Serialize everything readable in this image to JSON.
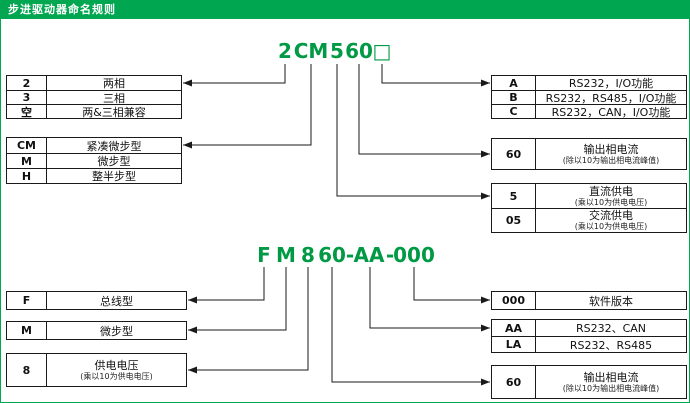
{
  "header": {
    "title": "步进驱动器命名规则"
  },
  "colors": {
    "accent": "#00a650",
    "code_green": "#009944"
  },
  "diagram1": {
    "code_parts": [
      "2",
      "CM",
      "5",
      "60",
      "□"
    ],
    "phase_table": {
      "rows": [
        {
          "code": "2",
          "label": "两相"
        },
        {
          "code": "3",
          "label": "三相"
        },
        {
          "code": "空",
          "label": "两&三相兼容"
        }
      ]
    },
    "type_table": {
      "rows": [
        {
          "code": "CM",
          "label": "紧凑微步型"
        },
        {
          "code": "M",
          "label": "微步型"
        },
        {
          "code": "H",
          "label": "整半步型"
        }
      ]
    },
    "io_table": {
      "rows": [
        {
          "code": "A",
          "label": "RS232，I/O功能"
        },
        {
          "code": "B",
          "label": "RS232，RS485，I/O功能"
        },
        {
          "code": "C",
          "label": "RS232，CAN，I/O功能"
        }
      ]
    },
    "current_table": {
      "code": "60",
      "label": "输出相电流",
      "note": "(除以10为输出相电流峰值)"
    },
    "power_table": {
      "rows": [
        {
          "code": "5",
          "label": "直流供电",
          "note": "(乘以10为供电电压)"
        },
        {
          "code": "05",
          "label": "交流供电",
          "note": "(乘以10为供电电压)"
        }
      ]
    }
  },
  "diagram2": {
    "code_parts": [
      "F",
      "M",
      "8",
      "60",
      "-",
      "AA",
      "-",
      "000"
    ],
    "bus_table": {
      "code": "F",
      "label": "总线型"
    },
    "micro_table": {
      "code": "M",
      "label": "微步型"
    },
    "voltage_table": {
      "code": "8",
      "label": "供电电压",
      "note": "(乘以10为供电电压)"
    },
    "version_table": {
      "code": "000",
      "label": "软件版本"
    },
    "comm_table": {
      "rows": [
        {
          "code": "AA",
          "label": "RS232、CAN"
        },
        {
          "code": "LA",
          "label": "RS232、RS485"
        }
      ]
    },
    "current_table": {
      "code": "60",
      "label": "输出相电流",
      "note": "(除以10为输出相电流峰值)"
    }
  }
}
